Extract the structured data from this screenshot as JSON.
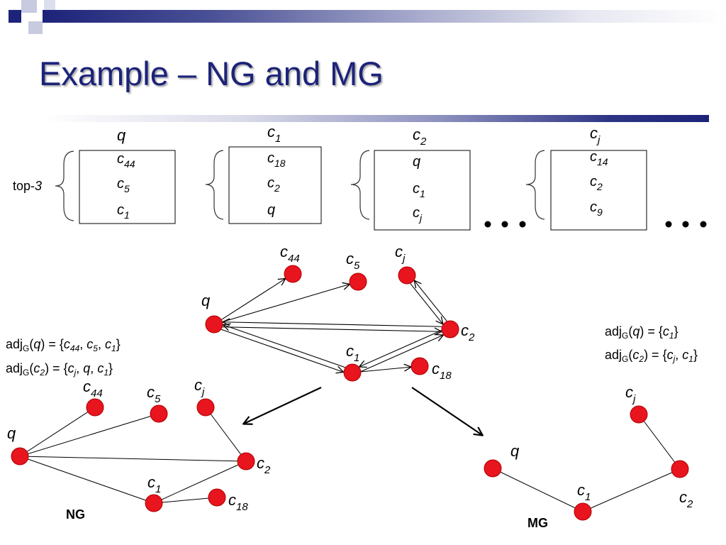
{
  "slide": {
    "title": "Example – NG and MG",
    "top3_label": "top-3",
    "ellipsis": "• • •"
  },
  "colors": {
    "title": "#1c2379",
    "node": "#e8141e",
    "node_stroke": "#b00000"
  },
  "lists": [
    {
      "query": "q",
      "items": [
        "c44",
        "c5",
        "c1"
      ]
    },
    {
      "query": "c1",
      "items": [
        "c18",
        "c2",
        "q"
      ]
    },
    {
      "query": "c2",
      "items": [
        "q",
        "c1",
        "cj"
      ]
    },
    {
      "query": "cj",
      "items": [
        "c14",
        "c2",
        "c9"
      ]
    }
  ],
  "graph_knn": {
    "nodes": [
      "q",
      "c44",
      "c5",
      "cj",
      "c2",
      "c1",
      "c18"
    ],
    "edges": [
      [
        "q",
        "c44"
      ],
      [
        "q",
        "c5"
      ],
      [
        "q",
        "c2"
      ],
      [
        "c2",
        "q"
      ],
      [
        "q",
        "c1"
      ],
      [
        "c1",
        "q"
      ],
      [
        "c2",
        "cj"
      ],
      [
        "cj",
        "c2"
      ],
      [
        "c1",
        "c2"
      ],
      [
        "c2",
        "c1"
      ],
      [
        "c1",
        "c18"
      ]
    ]
  },
  "adjacency_ng": {
    "line1": {
      "sub": "G",
      "node": "q",
      "set": [
        "c44",
        "c5",
        "c1"
      ]
    },
    "line2": {
      "sub": "G",
      "node": "c2",
      "set": [
        "cj",
        "q",
        "c1"
      ]
    }
  },
  "adjacency_mg": {
    "line1": {
      "sub": "G",
      "node": "q",
      "set": [
        "c1"
      ]
    },
    "line2": {
      "sub": "G",
      "node": "c2",
      "set": [
        "cj",
        "c1"
      ]
    }
  },
  "ng": {
    "label": "NG",
    "nodes": [
      "q",
      "c44",
      "c5",
      "cj",
      "c2",
      "c1",
      "c18"
    ],
    "edges": [
      [
        "q",
        "c44"
      ],
      [
        "q",
        "c5"
      ],
      [
        "q",
        "c2"
      ],
      [
        "q",
        "c1"
      ],
      [
        "c1",
        "c2"
      ],
      [
        "c1",
        "c18"
      ],
      [
        "cj",
        "c2"
      ]
    ]
  },
  "mg": {
    "label": "MG",
    "nodes": [
      "q",
      "c1",
      "c2",
      "cj"
    ],
    "edges": [
      [
        "q",
        "c1"
      ],
      [
        "c1",
        "c2"
      ],
      [
        "c2",
        "cj"
      ]
    ]
  }
}
